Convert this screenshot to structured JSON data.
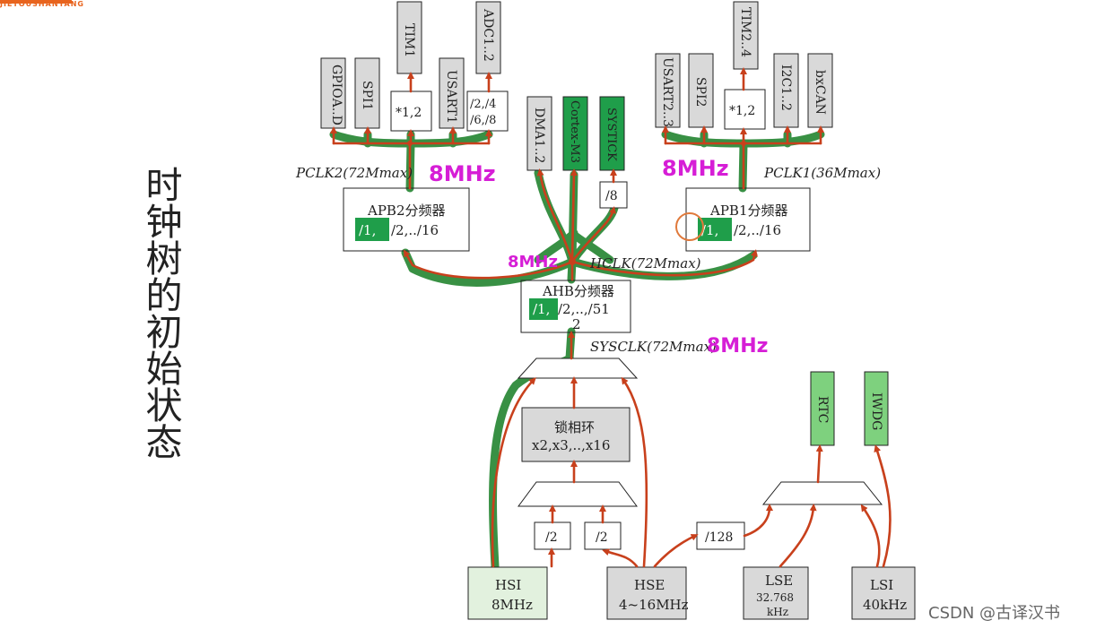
{
  "brand": {
    "text": "JIETOUSHANYANG"
  },
  "side_title": "时钟树的初始状态",
  "watermark": "CSDN @古译汉书",
  "labels": {
    "pclk2": "PCLK2(72Mmax)",
    "pclk1": "PCLK1(36Mmax)",
    "hclk": "HCLK(72Mmax)",
    "sysclk": "SYSCLK(72Mmax)"
  },
  "handwritten": {
    "apb2_freq": "8MHz",
    "apb1_freq": "8MHz",
    "hclk_freq": "8MHz",
    "sysclk_freq": "8MHz"
  },
  "periph": {
    "gpio": "GPIOA..D",
    "spi1": "SPI1",
    "tim1": "TIM1",
    "usart1": "USART1",
    "adc": "ADC1..2",
    "dma": "DMA1..2",
    "cortex": "Cortex-M3",
    "systick": "SYSTICK",
    "usart23": "USART2..3",
    "spi2": "SPI2",
    "tim24": "TIM2..4",
    "i2c": "I2C1..2",
    "bxcan": "bxCAN",
    "rtc": "RTC",
    "iwdg": "IWDG"
  },
  "small": {
    "mul_apb2": "*1,2",
    "adc_div_1": "/2,/4",
    "adc_div_2": "/6,/8",
    "systick_div": "/8",
    "mul_apb1": "*1,2",
    "hsi_div": "/2",
    "hse_div": "/2",
    "rtc_div": "/128"
  },
  "boxes": {
    "apb2_title": "APB2分频器",
    "apb2_div_first": "/1,",
    "apb2_div_rest": "/2,../16",
    "apb1_title": "APB1分频器",
    "apb1_div_first": "/1,",
    "apb1_div_rest": "/2,../16",
    "ahb_title": "AHB分频器",
    "ahb_div_first": "/1,",
    "ahb_div_rest": "/2,..,/51",
    "ahb_div_tail": "2",
    "pll_title": "锁相环",
    "pll_mul": "x2,x3,..,x16"
  },
  "sources": {
    "hsi_name": "HSI",
    "hsi_freq": "8MHz",
    "hse_name": "HSE",
    "hse_freq": "4~16MHz",
    "lse_name": "LSE",
    "lse_freq_1": "32.768",
    "lse_freq_2": "kHz",
    "lsi_name": "LSI",
    "lsi_freq": "40kHz"
  },
  "colors": {
    "gray_box": "#d9d9d9",
    "green_box": "#1f9e4a",
    "light_green": "#7ed17e",
    "pale_green": "#e2f1de",
    "arrow": "#c8401c",
    "highlight": "#2e8b3a",
    "handwriting": "#d61ed6"
  }
}
